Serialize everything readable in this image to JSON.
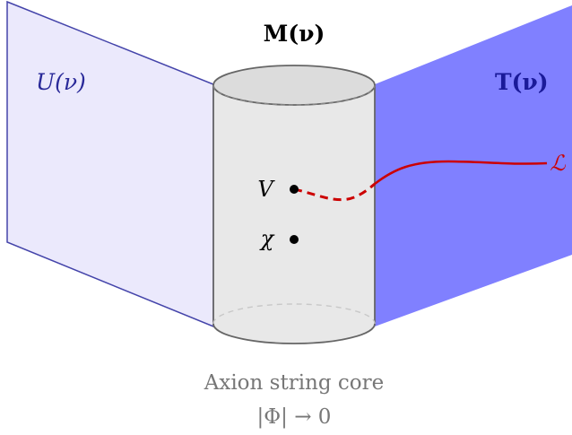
{
  "labels": {
    "left_panel": "U(ν)",
    "right_panel": "T(ν)",
    "cylinder_top": "M(ν)",
    "point_v": "V",
    "point_chi": "χ",
    "line": "ℒ",
    "caption_line1": "Axion string core",
    "caption_line2": "|Φ| → 0"
  },
  "colors": {
    "left_fill": "#ebe9fc",
    "left_stroke": "#4444aa",
    "left_text": "#2a2a99",
    "right_fill": "#8080ff",
    "right_text": "#1a1a99",
    "cylinder_fill": "#e8e8e8",
    "cylinder_top_fill": "#dcdcdc",
    "cylinder_stroke": "#666666",
    "line": "#cc0000",
    "caption": "#777777"
  }
}
